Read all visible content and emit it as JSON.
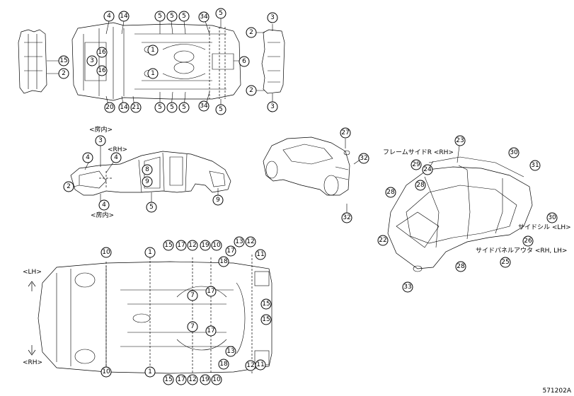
{
  "diagram_code": "571202A",
  "labels": {
    "room_inside_top": "<房内>",
    "rh_small": "<RH>",
    "room_inside_bottom": "<房内>",
    "frame_side_r": "フレームサイドR <RH>",
    "side_sill": "サイドシル <LH>",
    "side_panel_outer": "サイドパネルアウタ <RH, LH>",
    "lh_arrow": "<LH>",
    "rh_arrow": "<RH>"
  },
  "callouts": [
    {
      "n": "15"
    },
    {
      "n": "2"
    },
    {
      "n": "4"
    },
    {
      "n": "14"
    },
    {
      "n": "5"
    },
    {
      "n": "34"
    },
    {
      "n": "16"
    },
    {
      "n": "3"
    },
    {
      "n": "1"
    },
    {
      "n": "6"
    },
    {
      "n": "20"
    },
    {
      "n": "21"
    },
    {
      "n": "8"
    },
    {
      "n": "9"
    },
    {
      "n": "27"
    },
    {
      "n": "32"
    },
    {
      "n": "23"
    },
    {
      "n": "24"
    },
    {
      "n": "29"
    },
    {
      "n": "30"
    },
    {
      "n": "31"
    },
    {
      "n": "28"
    },
    {
      "n": "22"
    },
    {
      "n": "26"
    },
    {
      "n": "25"
    },
    {
      "n": "33"
    },
    {
      "n": "10"
    },
    {
      "n": "12"
    },
    {
      "n": "17"
    },
    {
      "n": "19"
    },
    {
      "n": "13"
    },
    {
      "n": "11"
    },
    {
      "n": "7"
    },
    {
      "n": "18"
    }
  ]
}
